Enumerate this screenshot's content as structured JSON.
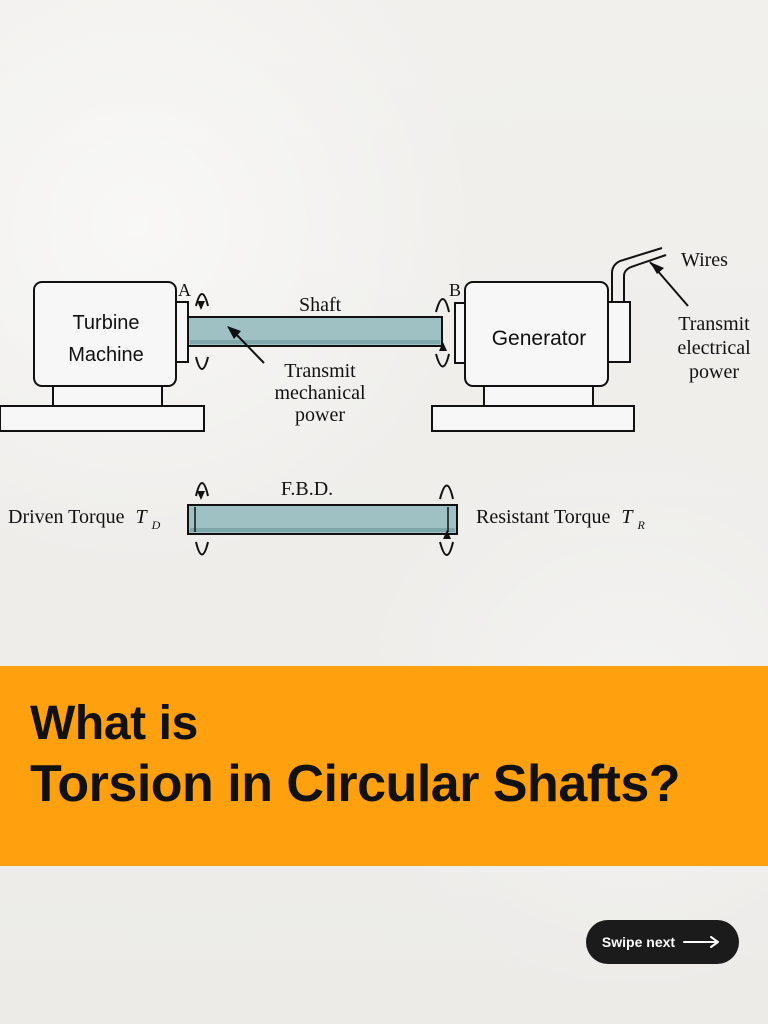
{
  "diagram": {
    "label_a": "A",
    "label_b": "B",
    "turbine_line_1": "Turbine",
    "turbine_line_2": "Machine",
    "shaft": "Shaft",
    "generator": "Generator",
    "transmit_mechanical_line_1": "Transmit",
    "transmit_mechanical_line_2": "mechanical",
    "transmit_mechanical_line_3": "power",
    "wires": "Wires",
    "transmit_electrical_line_1": "Transmit",
    "transmit_electrical_line_2": "electrical",
    "transmit_electrical_line_3": "power",
    "fbd": "F.B.D.",
    "driven_torque_label": "Driven Torque",
    "driven_torque_symbol": "T",
    "driven_torque_subscript": "D",
    "resistant_torque_label": "Resistant Torque",
    "resistant_torque_symbol": "T",
    "resistant_torque_subscript": "R",
    "shaft_color": "#9fc1c3"
  },
  "banner": {
    "background": "#ffa00f",
    "line_1": "What is",
    "line_2": "Torsion in Circular Shafts?"
  },
  "swipe_button": {
    "label": "Swipe next",
    "icon": "arrow-right-icon"
  }
}
